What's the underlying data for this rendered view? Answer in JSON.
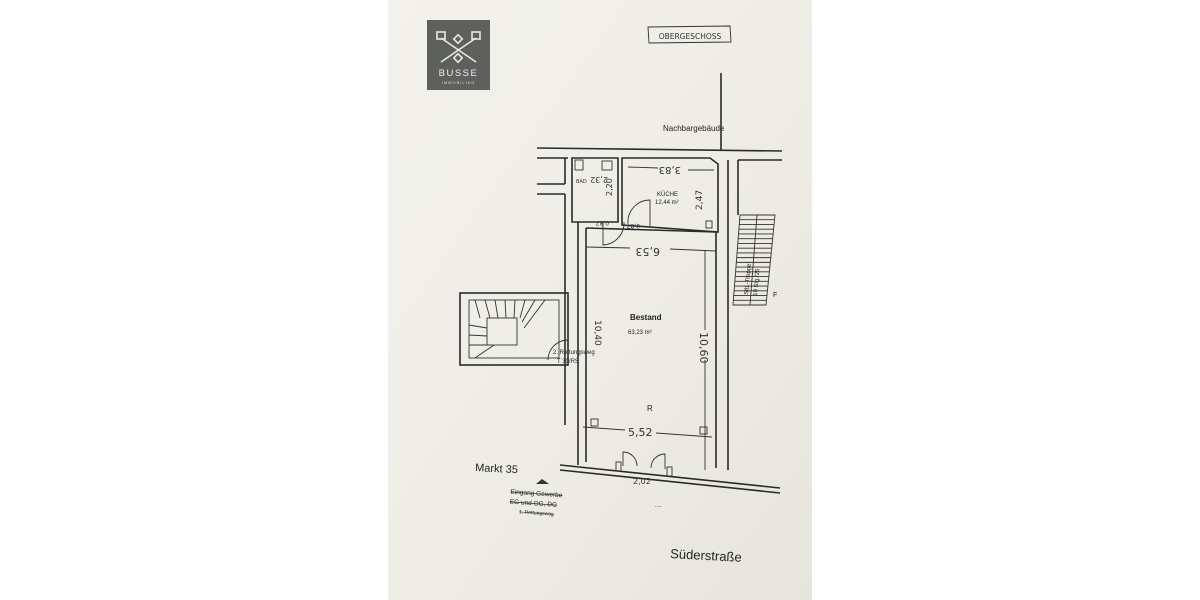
{
  "logo": {
    "name": "BUSSE",
    "subtitle": "IMMOBILIEN",
    "color": "#5e605d"
  },
  "plan": {
    "floor_label": "OBERGESCHOSS",
    "neighbor_label": "Nachbargebäude",
    "rooms": {
      "bad": {
        "label": "BAD",
        "dim_width": "2,32",
        "dim_length": "2,20",
        "door": "0,87"
      },
      "kueche": {
        "label": "KÜCHE",
        "area": "12,44 m²",
        "dim_width": "3,83",
        "dim_length": "2,47",
        "door": "0,87"
      },
      "bestand": {
        "label": "Bestand",
        "area": "63,23 m²",
        "dim_width_top": "6,53",
        "dim_length_left": "10,40",
        "dim_length_right": "10,60",
        "dim_width_bottom": "5,52",
        "marker": "R"
      }
    },
    "entrance_door_width": "2,02",
    "escape_route": {
      "line1": "2. Rettungsweg",
      "line2": "T 30/RS"
    },
    "stairs_right": {
      "line1": "Stb.-Treppe",
      "line2": "19 Stg./25"
    },
    "marker_f": "F",
    "address": "Markt 35",
    "entrance_notes": [
      "Eingang Gewerbe",
      "EG und OG, DG",
      "1. Rettungsweg"
    ],
    "street": "Süderstraße",
    "ellipsis": "...."
  },
  "colors": {
    "paper": "#eeede6",
    "ink": "#2a2a2a"
  }
}
